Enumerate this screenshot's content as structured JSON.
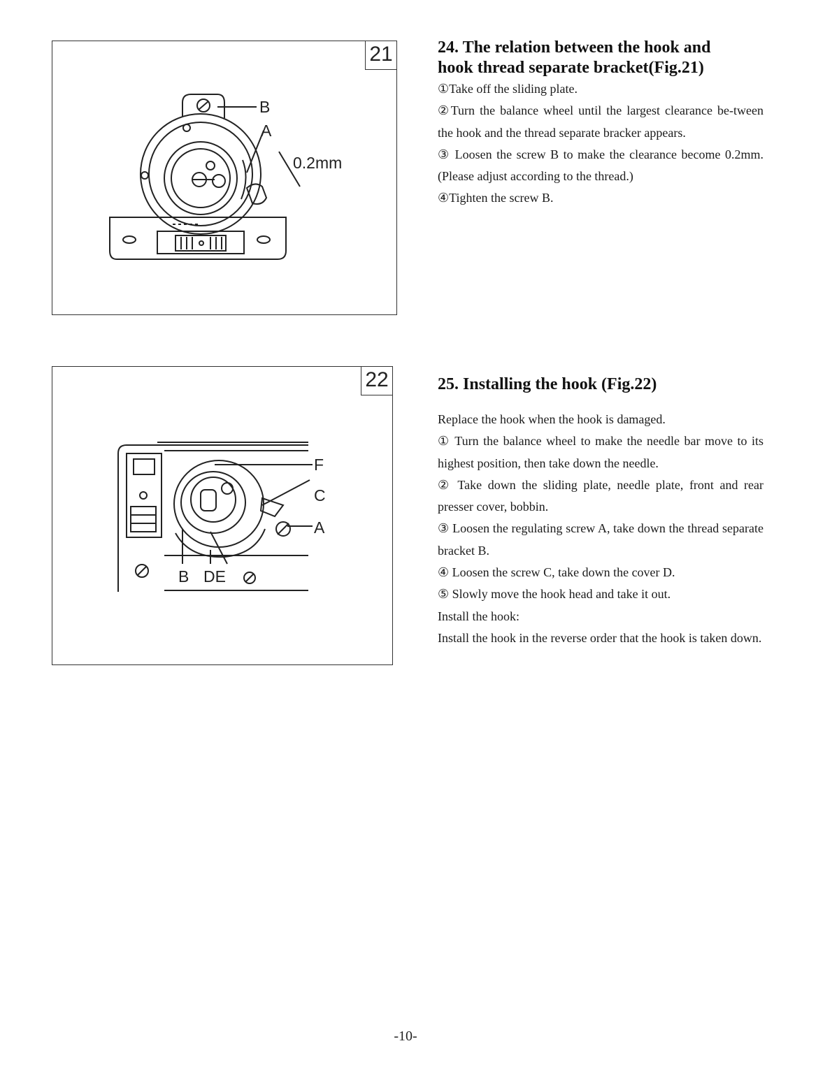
{
  "figure21": {
    "number": "21",
    "labels": {
      "b": "B",
      "a": "A",
      "clearance": "0.2mm"
    }
  },
  "figure22": {
    "number": "22",
    "labels": {
      "f": "F",
      "c": "C",
      "a": "A",
      "b": "B",
      "de": "DE"
    }
  },
  "section24": {
    "title_line1": "24. The relation between the hook and",
    "title_line2": "hook thread separate bracket(Fig.21)",
    "steps": [
      "①Take off the sliding plate.",
      "②Turn the balance wheel until the largest clearance be-tween the hook and the thread separate bracker appears.",
      "③ Loosen the screw B to make the clearance become 0.2mm.(Please adjust according to the thread.)",
      "④Tighten the screw B."
    ]
  },
  "section25": {
    "title": "25. Installing the hook (Fig.22)",
    "paragraphs": [
      "Replace the hook when the hook is damaged.",
      "① Turn the balance wheel to make the needle bar move to its highest position, then take down the needle.",
      "② Take down the sliding plate, needle plate, front and rear presser cover, bobbin.",
      "③ Loosen the regulating screw A, take down the thread separate bracket B.",
      "④ Loosen the screw C, take down the cover D.",
      "⑤ Slowly move the hook head and take it out.",
      "Install the hook:",
      "Install the hook in the reverse order that the hook is taken down."
    ]
  },
  "page_number": "-10-"
}
